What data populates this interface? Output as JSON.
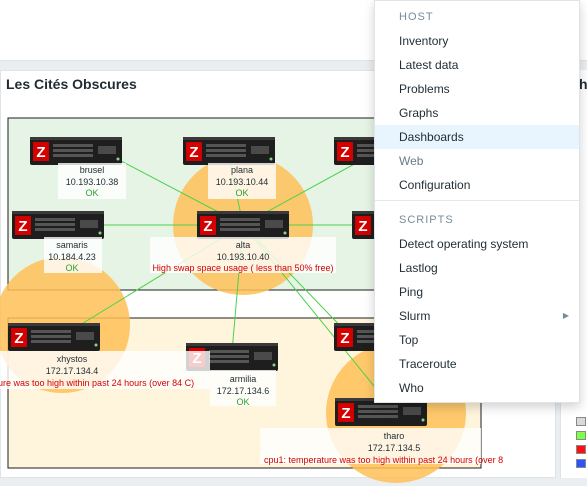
{
  "panel": {
    "title": "Les Cités Obscures",
    "edge_letter": "h"
  },
  "map": {
    "nodes": [
      {
        "key": "brusel",
        "name": "brusel",
        "ip": "10.193.10.38",
        "status": "OK"
      },
      {
        "key": "plana",
        "name": "plana",
        "ip": "10.193.10.44",
        "status": "OK"
      },
      {
        "key": "samaris",
        "name": "samaris",
        "ip": "10.184.4.23",
        "status": "OK"
      },
      {
        "key": "alta",
        "name": "alta",
        "ip": "10.193.10.40",
        "problem": "High swap space usage ( less than 50% free)"
      },
      {
        "key": "xhystos",
        "name": "xhystos",
        "ip": "172.17.134.4",
        "problem": "ure was too high within past 24 hours (over 84 C)"
      },
      {
        "key": "armilia",
        "name": "armilia",
        "ip": "172.17.134.6",
        "status": "OK"
      },
      {
        "key": "tharo",
        "name": "tharo",
        "ip": "172.17.134.5",
        "problem": "cpu1: temperature was too high within past 24 hours (over 8"
      }
    ],
    "colors": {
      "zone_top_fill": "#e6f4e6",
      "zone_bottom_fill": "#fff4dc",
      "problem_halo": "#ffbf57",
      "link": "#4cd24c",
      "server_logo": "#d40000"
    }
  },
  "menu": {
    "host_header": "HOST",
    "host_items": [
      {
        "label": "Inventory",
        "state": "normal"
      },
      {
        "label": "Latest data",
        "state": "normal"
      },
      {
        "label": "Problems",
        "state": "normal"
      },
      {
        "label": "Graphs",
        "state": "normal"
      },
      {
        "label": "Dashboards",
        "state": "highlighted"
      },
      {
        "label": "Web",
        "state": "disabled"
      },
      {
        "label": "Configuration",
        "state": "normal"
      }
    ],
    "scripts_header": "SCRIPTS",
    "script_items": [
      {
        "label": "Detect operating system"
      },
      {
        "label": "Lastlog"
      },
      {
        "label": "Ping"
      },
      {
        "label": "Slurm",
        "submenu": true
      },
      {
        "label": "Top"
      },
      {
        "label": "Traceroute"
      },
      {
        "label": "Who"
      }
    ]
  },
  "legend_swatches": [
    {
      "color": "#d9d9d9"
    },
    {
      "color": "#7dff4a"
    },
    {
      "color": "#ff1010"
    },
    {
      "color": "#2b54ff"
    }
  ]
}
